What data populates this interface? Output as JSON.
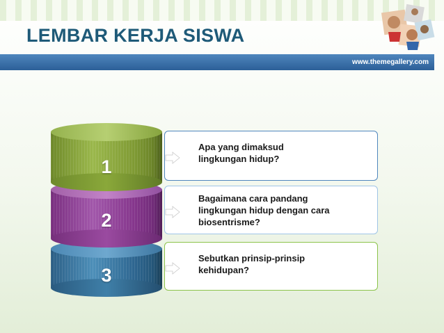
{
  "header": {
    "title": "LEMBAR KERJA SISWA",
    "website": "www.themegallery.com",
    "logo_icon": "puzzle-people-logo"
  },
  "items": [
    {
      "number": "1",
      "question": "Apa yang dimaksud\nlingkungan hidup?",
      "color": "#8aa83a",
      "border": "#4f86bd"
    },
    {
      "number": "2",
      "question": "Bagaimana cara pandang\nlingkungan hidup dengan cara\nbiosentrisme?",
      "color": "#9a4aa0",
      "border": "#9fc4e6"
    },
    {
      "number": "3",
      "question": "Sebutkan prinsip-prinsip\nkehidupan?",
      "color": "#3a76a0",
      "border": "#8bc34a"
    }
  ],
  "colors": {
    "title": "#1e5a78",
    "header_bar": "#3b72ab",
    "arrow": "#ffffff"
  }
}
